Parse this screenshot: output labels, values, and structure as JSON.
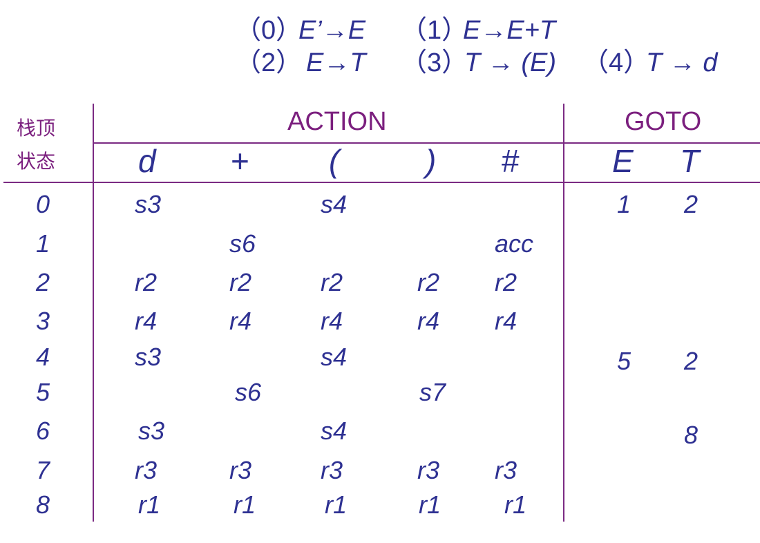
{
  "grammar": {
    "p0_num": "（0）",
    "p0_rule": "E’→E",
    "p1_num": "（1）",
    "p1_rule": "E→E+T",
    "p2_num": "（2）",
    "p2_rule": "E→T",
    "p3_num": "（3）",
    "p3_rule": "T → (E)",
    "p4_num": "（4）",
    "p4_rule": "T → d"
  },
  "table": {
    "corner_line1": "栈顶",
    "corner_line2": "状态",
    "action_header": "ACTION",
    "goto_header": "GOTO",
    "action_symbols": [
      "d",
      "+",
      "(",
      ")",
      "#"
    ],
    "goto_symbols": [
      "E",
      "T"
    ],
    "states": [
      "0",
      "1",
      "2",
      "3",
      "4",
      "5",
      "6",
      "7",
      "8"
    ],
    "rows": [
      {
        "d": "s3",
        "plus": "",
        "lp": "s4",
        "rp": "",
        "hash": "",
        "E": "1",
        "T": "2"
      },
      {
        "d": "",
        "plus": "s6",
        "lp": "",
        "rp": "",
        "hash": "acc",
        "E": "",
        "T": ""
      },
      {
        "d": "r2",
        "plus": "r2",
        "lp": "r2",
        "rp": "r2",
        "hash": "r2",
        "E": "",
        "T": ""
      },
      {
        "d": "r4",
        "plus": "r4",
        "lp": "r4",
        "rp": "r4",
        "hash": "r4",
        "E": "",
        "T": ""
      },
      {
        "d": "s3",
        "plus": "",
        "lp": "s4",
        "rp": "",
        "hash": "",
        "E": "5",
        "T": "2"
      },
      {
        "d": "",
        "plus": "s6",
        "lp": "",
        "rp": "s7",
        "hash": "",
        "E": "",
        "T": ""
      },
      {
        "d": "s3",
        "plus": "",
        "lp": "s4",
        "rp": "",
        "hash": "",
        "E": "",
        "T": "8"
      },
      {
        "d": "r3",
        "plus": "r3",
        "lp": "r3",
        "rp": "r3",
        "hash": "r3",
        "E": "",
        "T": ""
      },
      {
        "d": "r1",
        "plus": "r1",
        "lp": "r1",
        "rp": "r1",
        "hash": "r1",
        "E": "",
        "T": ""
      }
    ]
  }
}
